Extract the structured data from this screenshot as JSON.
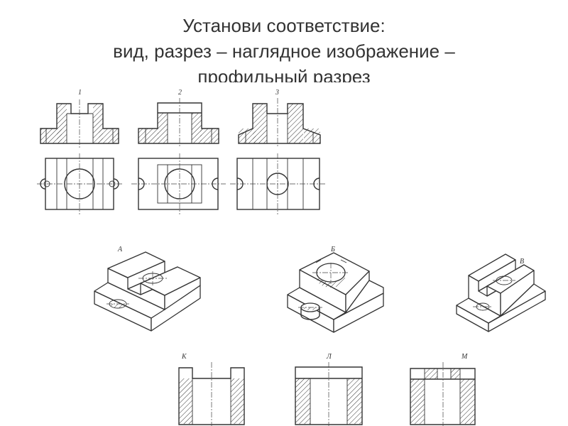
{
  "title": {
    "line1": "Установи соответствие:",
    "line2": "вид, разрез – наглядное изображение –",
    "line3": "профильный разрез"
  },
  "labels": {
    "view1": "1",
    "view2": "2",
    "view3": "3",
    "iso_a": "А",
    "iso_b": "Б",
    "iso_v": "В",
    "sec_k": "К",
    "sec_l": "Л",
    "sec_m": "М"
  }
}
